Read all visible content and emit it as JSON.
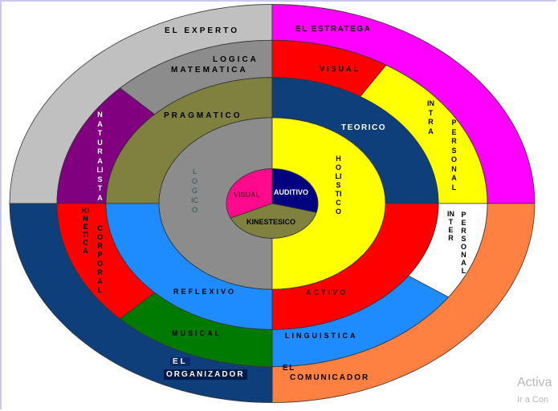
{
  "diagram": {
    "outer_ring": {
      "el_experto": "EL  EXPERTO",
      "el_estratega": "EL ESTRATEGA",
      "el_organizador_1": "EL",
      "el_organizador_2": "ORGANIZADOR",
      "el_comunicador_1": "EL",
      "el_comunicador_2": "COMUNICADOR"
    },
    "intelligences": {
      "logica_1": "LOGICA",
      "logica_2": "MATEMATICA",
      "visual": "VISUAL",
      "naturalista": "NATURALISTA",
      "intra": "INTRA",
      "intra_personal": "PERSONAL",
      "inter": "INTER",
      "inter_personal": "PERSONAL",
      "kinetica": "KINETICA",
      "corporal": "CORPORAL",
      "musical": "MUSICAL",
      "linguistica": "LINGUISTICA"
    },
    "styles": {
      "pragmatico": "PRAGMATICO",
      "teorico": "TEORICO",
      "reflexivo": "REFLEXIVO",
      "activo": "ACTIVO"
    },
    "hemispheres": {
      "logico": "LOGICO",
      "holistico": "HOLISTICO"
    },
    "center": {
      "visual": "VISUAL",
      "auditivo": "AUDITIVO",
      "kinestesico": "KINESTESICO"
    },
    "colors": {
      "gray_light": "#c0c0c0",
      "magenta": "#ff00ff",
      "orange": "#ff8040",
      "navy": "#0f3f7a",
      "gray": "#8c8c8c",
      "red": "#ff0000",
      "purple": "#800080",
      "yellow": "#ffff00",
      "white": "#ffffff",
      "blue": "#1e8cff",
      "green": "#007a00",
      "olive": "#80803f",
      "pink": "#ff0a8c",
      "dark_navy": "#000080"
    }
  },
  "watermark": {
    "line1": "Activa",
    "line2": "Ir a Con"
  }
}
